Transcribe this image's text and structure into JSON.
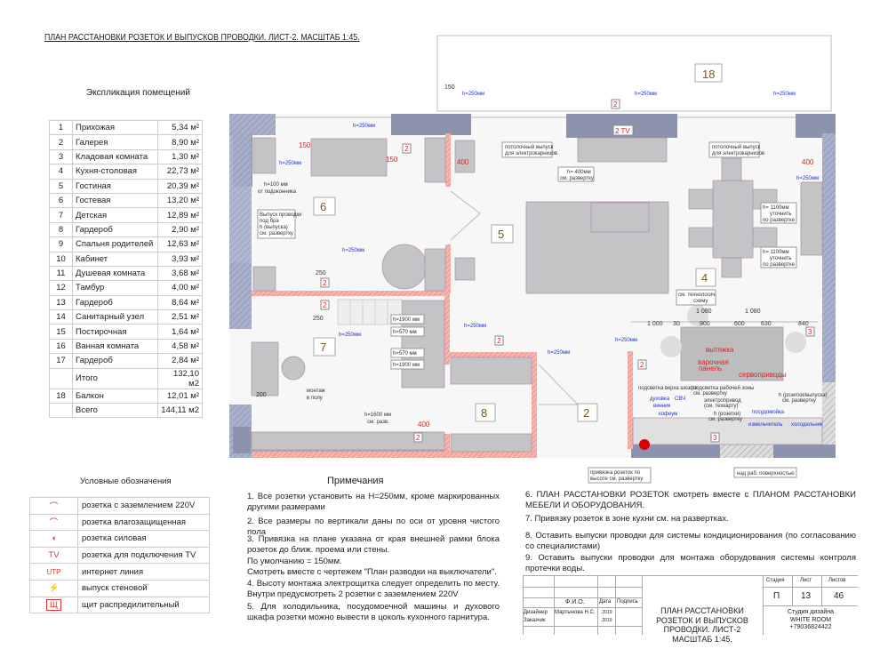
{
  "title": "ПЛАН РАССТАНОВКИ РОЗЕТОК И ВЫПУСКОВ ПРОВОДКИ. ЛИСТ-2. МАСШТАБ 1:45.",
  "explication": {
    "title": "Экспликация помещений",
    "rows": [
      [
        "1",
        "Прихожая",
        "5,34 м²"
      ],
      [
        "2",
        "Галерея",
        "8,90 м²"
      ],
      [
        "3",
        "Кладовая комната",
        "1,30 м²"
      ],
      [
        "4",
        "Кухня-столовая",
        "22,73 м²"
      ],
      [
        "5",
        "Гостиная",
        "20,39 м²"
      ],
      [
        "6",
        "Гостевая",
        "13,20 м²"
      ],
      [
        "7",
        "Детская",
        "12,89 м²"
      ],
      [
        "8",
        "Гардероб",
        "2,90 м²"
      ],
      [
        "9",
        "Спальня родителей",
        "12,63 м²"
      ],
      [
        "10",
        "Кабинет",
        "3,93 м²"
      ],
      [
        "11",
        "Душевая комната",
        "3,68 м²"
      ],
      [
        "12",
        "Тамбур",
        "4,00 м²"
      ],
      [
        "13",
        "Гардероб",
        "8,64 м²"
      ],
      [
        "14",
        "Санитарный узел",
        "2,51 м²"
      ],
      [
        "15",
        "Постирочная",
        "1,64 м²"
      ],
      [
        "16",
        "Ванная комната",
        "4,58 м²"
      ],
      [
        "17",
        "Гардероб",
        "2,84 м²"
      ]
    ],
    "subtotal_label": "Итого",
    "subtotal": "132,10 м2",
    "balcony": [
      "18",
      "Балкон",
      "12,01 м²"
    ],
    "total_label": "Всего",
    "total": "144,11 м2"
  },
  "legend": {
    "title": "Условные обозначения",
    "items": [
      {
        "icon": "socket-ground-icon",
        "symbol": "⌒",
        "label": "розетка с заземлением 220V"
      },
      {
        "icon": "socket-waterproof-icon",
        "symbol": "⌒",
        "label": "розетка влагозащищенная"
      },
      {
        "icon": "socket-power-icon",
        "symbol": "◖",
        "label": "розетка силовая"
      },
      {
        "icon": "socket-tv-icon",
        "symbol": "TV",
        "label": "розетка для подключения TV"
      },
      {
        "icon": "socket-utp-icon",
        "symbol": "UTP",
        "label": "интернет линия"
      },
      {
        "icon": "wall-outlet-icon",
        "symbol": "⚡",
        "label": "выпуск стеновой"
      },
      {
        "icon": "distribution-board-icon",
        "symbol": "Щ",
        "label": "щит распредилительный"
      }
    ]
  },
  "notes": {
    "title": "Примечания",
    "items": [
      "1. Все розетки установить на Н=250мм, кроме маркированных другими размерами",
      "2. Все размеры по вертикали даны по оси от уровня чистого пола",
      "3. Привязка на плане указана от края внешней рамки блока розеток до ближ. проема или стены.",
      "По умолчанию = 150мм.",
      "Смотреть вместе с чертежем \"План разводки на выключатели\".",
      "4. Высоту монтажа электрощитка следует определить по месту. Внутри предусмотреть 2 розетки с заземлением 220V",
      "5. Для холодильника, посудомоечной машины и духового шкафа розетки можно вывести в цоколь кухонного гарнитура.",
      "6. ПЛАН РАССТАНОВКИ РОЗЕТОК смотреть вместе с ПЛАНОМ РАССТАНОВКИ МЕБЕЛИ И ОБОРУДОВАНИЯ.",
      "7. Привязку розеток в зоне кухни см. на развертках.",
      "8. Оставить выпуски проводки для системы кондиционирования (по согласованию со специалистами)",
      "9. Оставить выпуски проводки для монтажа оборудования системы контроля протечки воды."
    ]
  },
  "title_block": {
    "fio": "Ф.И.О.",
    "date": "Дата",
    "sign": "Подпись",
    "designer_role": "Дизайнер",
    "designer": "Мартынова Н.С.",
    "designer_date": ".2019",
    "client_role": "Заказчик",
    "client_date": ".2019",
    "sheet_title": "ПЛАН РАССТАНОВКИ РОЗЕТОК И ВЫПУСКОВ ПРОВОДКИ. ЛИСТ-2 МАСШТАБ 1:45.",
    "stage_label": "Стадия",
    "sheet_label": "Лист",
    "sheets_label": "Листов",
    "stage": "П",
    "sheet": "13",
    "sheets": "46",
    "studio": "Студия дизайна",
    "studio_name": "WHITE ROOM",
    "phone": "+79036824422"
  },
  "plan": {
    "rooms": [
      "18",
      "6",
      "5",
      "4",
      "7",
      "8",
      "2"
    ],
    "h250": "h=250мм",
    "m2": "2",
    "m3": "3",
    "tv": "2  TV",
    "d150": "150",
    "d400": "400",
    "d250": "250",
    "d200": "200",
    "labels": {
      "sill": "h=100 мм",
      "sill2": "от подоконника",
      "bra": [
        "Выпуск проводки",
        "под бра",
        "h (выпуска)",
        "см. развертку"
      ],
      "curtain": [
        "потолочный выпуск",
        "для электрокарнизов"
      ],
      "h400": [
        "h= 400мм",
        "см. развертку"
      ],
      "h1100": [
        "h= 1100мм",
        "уточнить",
        "по развертке"
      ],
      "tech": [
        "см. технологич.",
        "схему"
      ],
      "h1900": "h=1900 мм",
      "h570": "h=570 мм",
      "h1600": [
        "h=1600 мм",
        "см. разв."
      ],
      "floor": [
        "монтаж",
        "в полу"
      ],
      "hood": "вытяжка",
      "hob": [
        "варочная",
        "панель"
      ],
      "servo": "сервоприводы",
      "light_top": "подсветка верха шкафа",
      "light_work": [
        "подсветка рабочей зоны",
        "см. развертку"
      ],
      "oven": "духовка",
      "mw": "СВЧ",
      "misc": "винник",
      "coffee": "кофеум",
      "actuator": [
        "электропривод",
        "(см. техкарту)"
      ],
      "hsock": [
        "h (розетки)",
        "см. развертку"
      ],
      "dish": "посудомойка",
      "grinder": "измельчитель",
      "fridge": "холодильник",
      "hsock2": [
        "h (розетки/выпуска)",
        "см. развертку"
      ],
      "bind_height": [
        "привязка розеток по",
        "высоте см. развертку"
      ],
      "above": "над раб. поверхностью"
    },
    "dims": [
      "1 080",
      "1 080",
      "1 000",
      "30",
      "900",
      "600",
      "630",
      "840"
    ]
  }
}
